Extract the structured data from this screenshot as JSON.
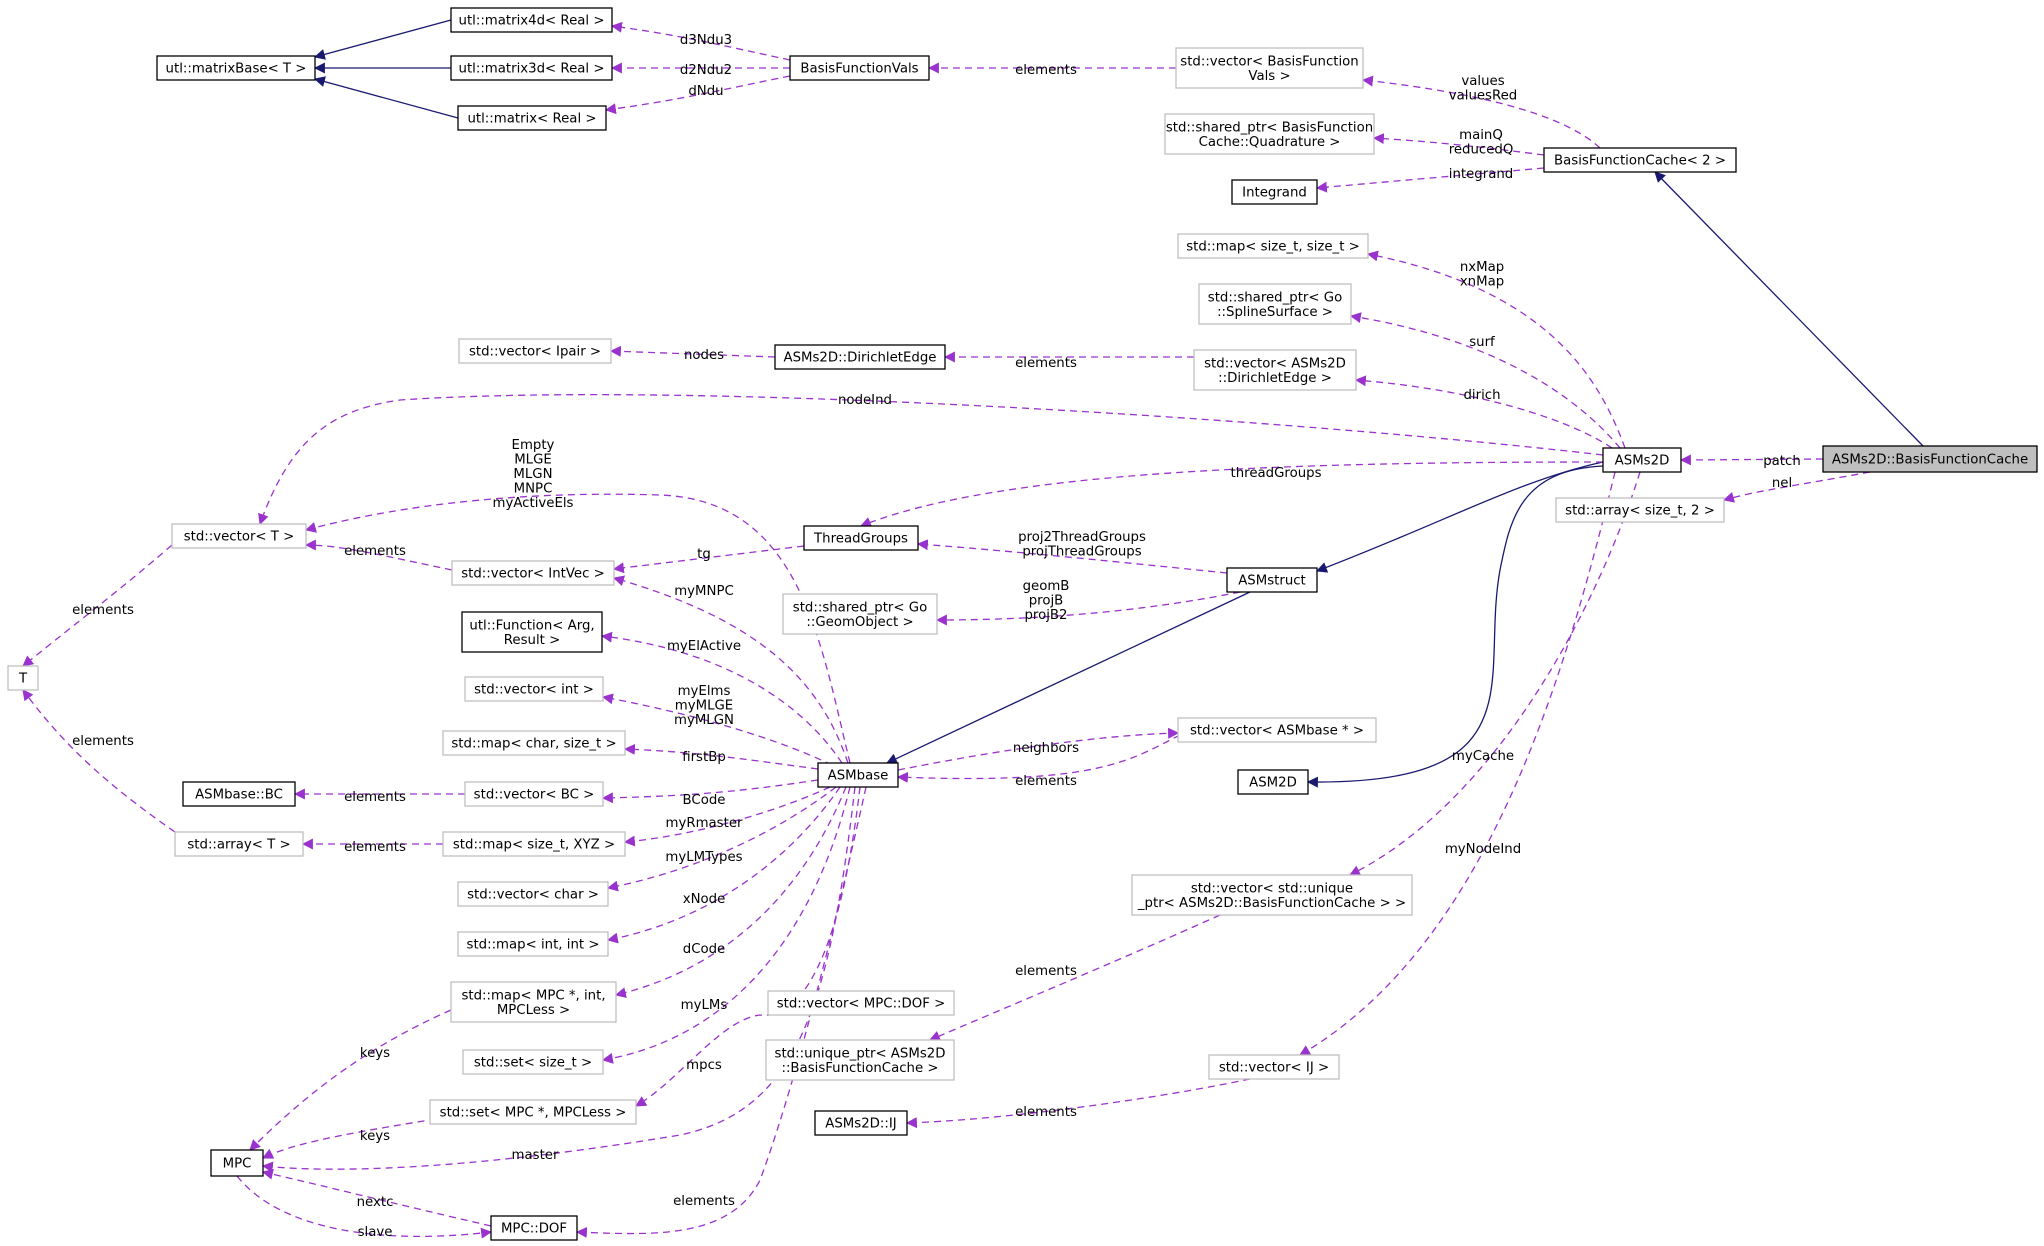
{
  "colors": {
    "inheritance": "#191970",
    "usage": "#9a32cd",
    "focus_fill": "#bfbfbf",
    "undocumented_border": "#bfbfbf"
  },
  "nodes": {
    "matrixBase": [
      "utl::matrixBase< T >"
    ],
    "matrix4d": [
      "utl::matrix4d< Real >"
    ],
    "matrix3d": [
      "utl::matrix3d< Real >"
    ],
    "matrix": [
      "utl::matrix< Real >"
    ],
    "bfvals": [
      "BasisFunctionVals"
    ],
    "vecBfvals": [
      "std::vector< BasisFunction",
      "Vals >"
    ],
    "spQuad": [
      "std::shared_ptr< BasisFunction",
      "Cache::Quadrature >"
    ],
    "bfc2": [
      "BasisFunctionCache< 2 >"
    ],
    "integrand": [
      "Integrand"
    ],
    "mapSizeT": [
      "std::map< size_t, size_t >"
    ],
    "spSpline": [
      "std::shared_ptr< Go",
      "::SplineSurface >"
    ],
    "vecIpair": [
      "std::vector< Ipair >"
    ],
    "dirEdge": [
      "ASMs2D::DirichletEdge"
    ],
    "vecDirEdge": [
      "std::vector< ASMs2D",
      "::DirichletEdge >"
    ],
    "asms2d": [
      "ASMs2D"
    ],
    "focus": [
      "ASMs2D::BasisFunctionCache"
    ],
    "vecT": [
      "std::vector< T >"
    ],
    "arraySizeT2": [
      "std::array< size_t, 2 >"
    ],
    "threadGroups": [
      "ThreadGroups"
    ],
    "vecIntVec": [
      "std::vector< IntVec >"
    ],
    "asmstruct": [
      "ASMstruct"
    ],
    "spGeom": [
      "std::shared_ptr< Go",
      "::GeomObject >"
    ],
    "T": [
      "T"
    ],
    "function": [
      "utl::Function< Arg,",
      "Result >"
    ],
    "vecInt": [
      "std::vector< int >"
    ],
    "mapChar": [
      "std::map< char, size_t >"
    ],
    "bc": [
      "ASMbase::BC"
    ],
    "vecBC": [
      "std::vector< BC >"
    ],
    "asmbase": [
      "ASMbase"
    ],
    "vecASMbase": [
      "std::vector< ASMbase * >"
    ],
    "asm2d": [
      "ASM2D"
    ],
    "arrayT": [
      "std::array< T >"
    ],
    "mapXYZ": [
      "std::map< size_t, XYZ >"
    ],
    "vecChar": [
      "std::vector< char >"
    ],
    "mapIntInt": [
      "std::map< int, int >"
    ],
    "vecUnique": [
      "std::vector< std::unique",
      "_ptr< ASMs2D::BasisFunctionCache > >"
    ],
    "mapMPC": [
      "std::map< MPC *, int,",
      "MPCLess >"
    ],
    "vecDOF": [
      "std::vector< MPC::DOF >"
    ],
    "uniquePtr": [
      "std::unique_ptr< ASMs2D",
      "::BasisFunctionCache >"
    ],
    "setSizeT": [
      "std::set< size_t >"
    ],
    "setMPC": [
      "std::set< MPC *, MPCLess >"
    ],
    "vecIJ": [
      "std::vector< IJ >"
    ],
    "ij": [
      "ASMs2D::IJ"
    ],
    "mpc": [
      "MPC"
    ],
    "mpcdof": [
      "MPC::DOF"
    ]
  },
  "edge_labels": {
    "d3Ndu3": [
      "d3Ndu3"
    ],
    "d2Ndu2": [
      "d2Ndu2"
    ],
    "dNdu": [
      "dNdu"
    ],
    "bfElements": [
      "elements"
    ],
    "valuesLbl": [
      "values",
      "valuesRed"
    ],
    "quadLbl": [
      "mainQ",
      "reducedQ"
    ],
    "integrandLbl": [
      "integrand"
    ],
    "mapLbl": [
      "nxMap",
      "xnMap"
    ],
    "surfLbl": [
      "surf"
    ],
    "nodesLbl": [
      "nodes"
    ],
    "dirEdgeElements": [
      "elements"
    ],
    "dirichLbl": [
      "dirich"
    ],
    "nodeIndLbl": [
      "nodeInd"
    ],
    "patchLbl": [
      "patch"
    ],
    "nelLbl": [
      "nel"
    ],
    "threadGroupsLbl": [
      "threadGroups"
    ],
    "myActiveLbl": [
      "Empty",
      "MLGE",
      "MLGN",
      "MNPC",
      "myActiveEls"
    ],
    "vecTElements": [
      "elements"
    ],
    "tgLbl": [
      "tg"
    ],
    "projTGLbl": [
      "proj2ThreadGroups",
      "projThreadGroups"
    ],
    "geomLbl": [
      "geomB",
      "projB",
      "projB2"
    ],
    "myMNPCLbl": [
      "myMNPC"
    ],
    "myElActiveLbl": [
      "myElActive"
    ],
    "TElementsLbl": [
      "elements"
    ],
    "myElmsLbl": [
      "myElms",
      "myMLGE",
      "myMLGN"
    ],
    "firstBpLbl": [
      "firstBp"
    ],
    "neighborsLbl": [
      "neighbors"
    ],
    "neighborsElements": [
      "elements"
    ],
    "myCacheLbl": [
      "myCache"
    ],
    "bcElements": [
      "elements"
    ],
    "bcodeLbl": [
      "BCode"
    ],
    "arrayElements": [
      "elements"
    ],
    "myRmasterLbl": [
      "myRmaster"
    ],
    "arrayTElements": [
      "elements"
    ],
    "myLMTypesLbl": [
      "myLMTypes"
    ],
    "myNodeIndLbl": [
      "myNodeInd"
    ],
    "xNodeLbl": [
      "xNode"
    ],
    "dCodeLbl": [
      "dCode"
    ],
    "uniqueElements": [
      "elements"
    ],
    "myLMsLbl": [
      "myLMs"
    ],
    "keys1Lbl": [
      "keys"
    ],
    "mpcsLbl": [
      "mpcs"
    ],
    "keys2Lbl": [
      "keys"
    ],
    "ijElements": [
      "elements"
    ],
    "masterLbl": [
      "master"
    ],
    "nextcLbl": [
      "nextc"
    ],
    "dofElements": [
      "elements"
    ],
    "slaveLbl": [
      "slave"
    ]
  }
}
